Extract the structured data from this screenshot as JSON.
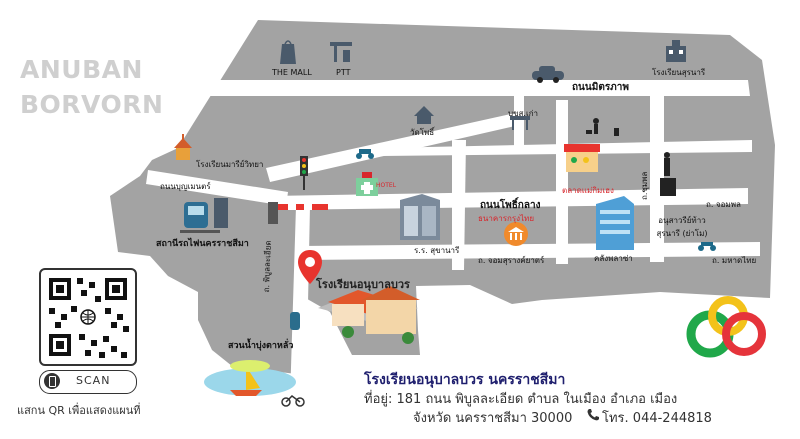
{
  "brand": {
    "line1": "ANUBAN",
    "line2": "BORVORN"
  },
  "roads": {
    "mittraphap": "ถนนมิตรภาพ",
    "bunbueang": "ถนนบุญเมนตร์",
    "phoklang": "ถนนโพธิ์กลาง",
    "phibunlaeiat": "ถ. พิบูลละเอียด",
    "jomsurang": "ถ. จอมสุรางค์ยาตร์",
    "jompol": "ถ. จอมพล",
    "mahatthai": "ถ. มหาดไทย",
    "chumphon": "ถ.ชุมพล"
  },
  "landmarks": {
    "the_mall": "THE MALL",
    "ptt": "PTT",
    "surasak_school": "โรงเรียนสุรนารี",
    "wat_phothi": "วัดโพธิ์",
    "bus_station": "บขส.เก่า",
    "marie_school": "โรงเรียนมารีย์วิทยา",
    "train_station": "สถานีรถไฟนครราชสีมา",
    "hospital": "ร.ร. สุขานารี",
    "bank": "ธนาคารกรุงไทย",
    "market": "ตลาดแม่กิมเฮง",
    "monument": "อนุสาวรีย์ท้าวสุรนารี (ย่าโม)",
    "klang_plaza": "คลังพลาซ่า",
    "school": "โรงเรียนอนุบาลบวร",
    "park": "สวนน้ำบุ่งตาหลั่ว",
    "hotel": "HOTEL"
  },
  "qr": {
    "button": "SCAN",
    "caption": "แสกน QR เพื่อแสดงแผนที่"
  },
  "address": {
    "title": "โรงเรียนอนุบาลบวร นครราชสีมา",
    "line1": "ที่อยู่:  181 ถนน พิบูลละเอียด ตำบล ในเมือง อำเภอ เมือง",
    "line2": "จังหวัด นครราชสีมา 30000",
    "phone": "โทร. 044-244818"
  },
  "colors": {
    "map_bg": "#a3a3a3",
    "road": "#ffffff",
    "pin": "#e8342e",
    "school_roof": "#e2572b",
    "logo_green": "#20a84a",
    "logo_yellow": "#f3c21a",
    "logo_red": "#e5343b"
  }
}
